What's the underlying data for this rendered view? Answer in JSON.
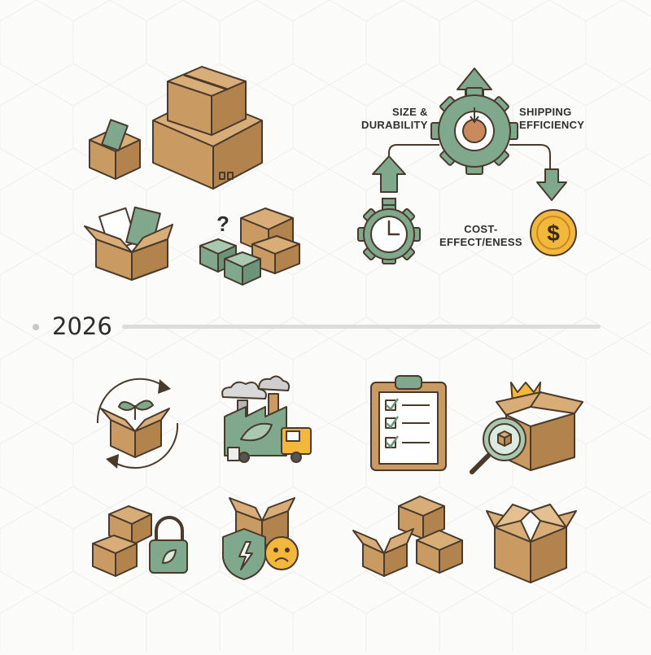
{
  "labels": {
    "size_durability": "SIZE &\nDURABILITY",
    "shipping_efficiency": "SHIPPING\nEFFICIENCY",
    "cost_effectiveness": "COST-\nEFFECT/ENESS"
  },
  "timeline": {
    "year": "2026"
  },
  "colors": {
    "cardboard": "#c99a62",
    "cardboard_dark": "#b3834d",
    "sage": "#7fa88c",
    "outline": "#4a3a2c",
    "coin": "#f3b73c",
    "timeline_bar": "#dcdcdc"
  },
  "icons": [
    "stacked-boxes-icon",
    "open-box-with-card-icon",
    "open-box-with-documents-icon",
    "mixed-boxes-question-icon",
    "gear-with-arrows-icon",
    "stopwatch-gear-icon",
    "dollar-coin-icon",
    "recycling-box-icon",
    "factory-truck-icon",
    "checklist-clipboard-icon",
    "magnifier-box-crown-icon",
    "boxes-with-lock-icon",
    "shield-box-sad-face-icon",
    "three-open-boxes-icon",
    "large-open-box-icon"
  ]
}
